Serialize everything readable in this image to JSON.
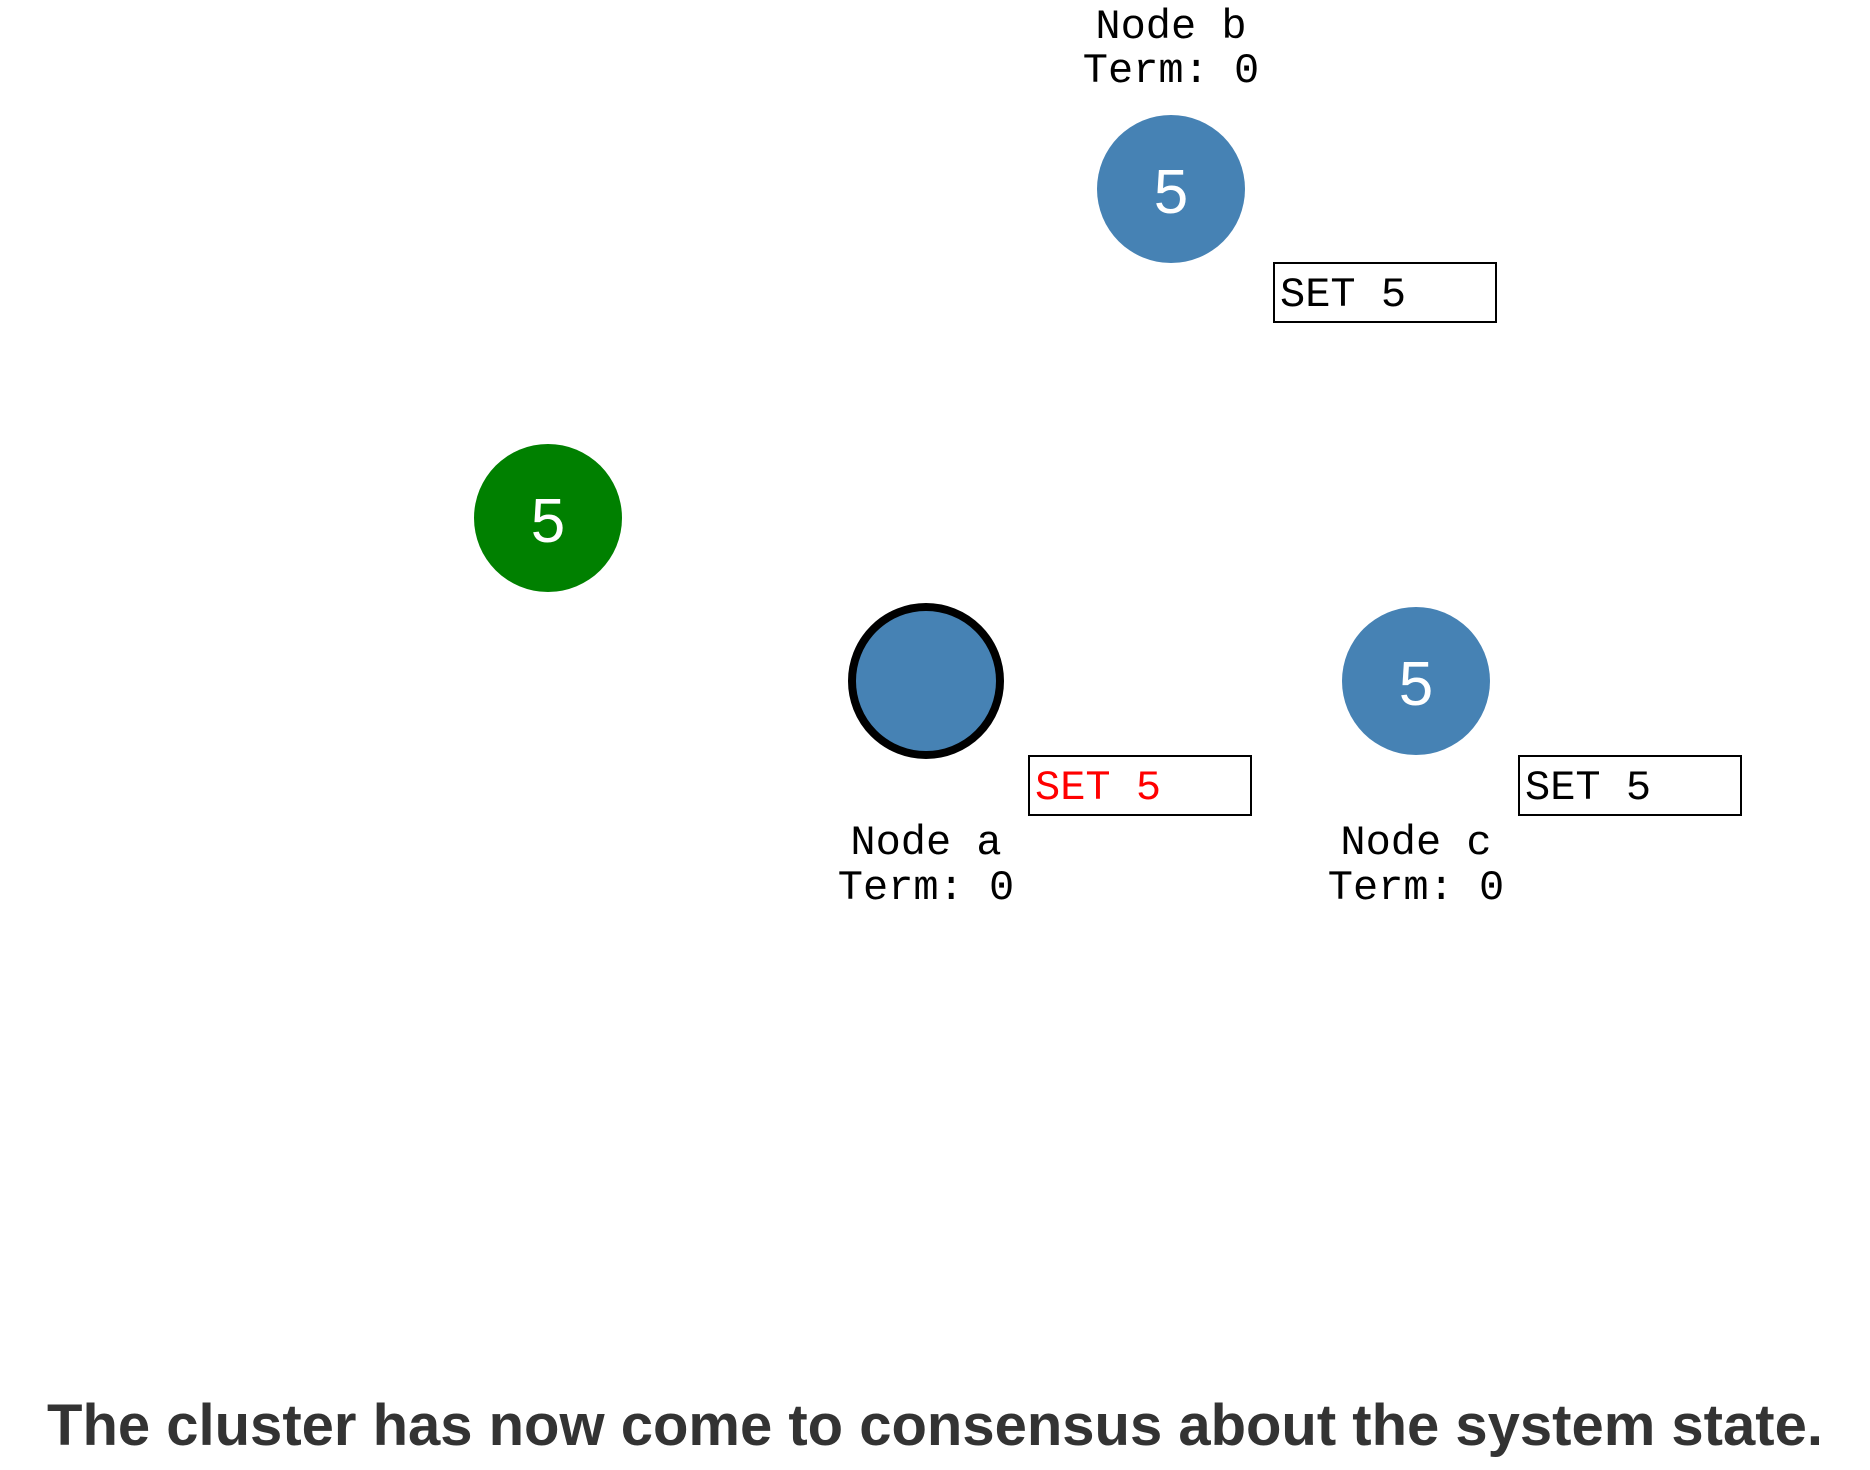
{
  "client": {
    "value": "5",
    "color": "#008000"
  },
  "nodes": [
    {
      "id": "a",
      "name": "Node a",
      "term": "Term: 0",
      "value": "",
      "color": "#4682b4",
      "is_leader": true,
      "log": [
        {
          "text": "SET 5",
          "color": "#ff0000",
          "committed": false
        }
      ]
    },
    {
      "id": "b",
      "name": "Node b",
      "term": "Term: 0",
      "value": "5",
      "color": "#4682b4",
      "is_leader": false,
      "log": [
        {
          "text": "SET 5",
          "color": "#000000",
          "committed": true
        }
      ]
    },
    {
      "id": "c",
      "name": "Node c",
      "term": "Term: 0",
      "value": "5",
      "color": "#4682b4",
      "is_leader": false,
      "log": [
        {
          "text": "SET 5",
          "color": "#000000",
          "committed": true
        }
      ]
    }
  ],
  "caption": "The cluster has now come to consensus about the system state."
}
